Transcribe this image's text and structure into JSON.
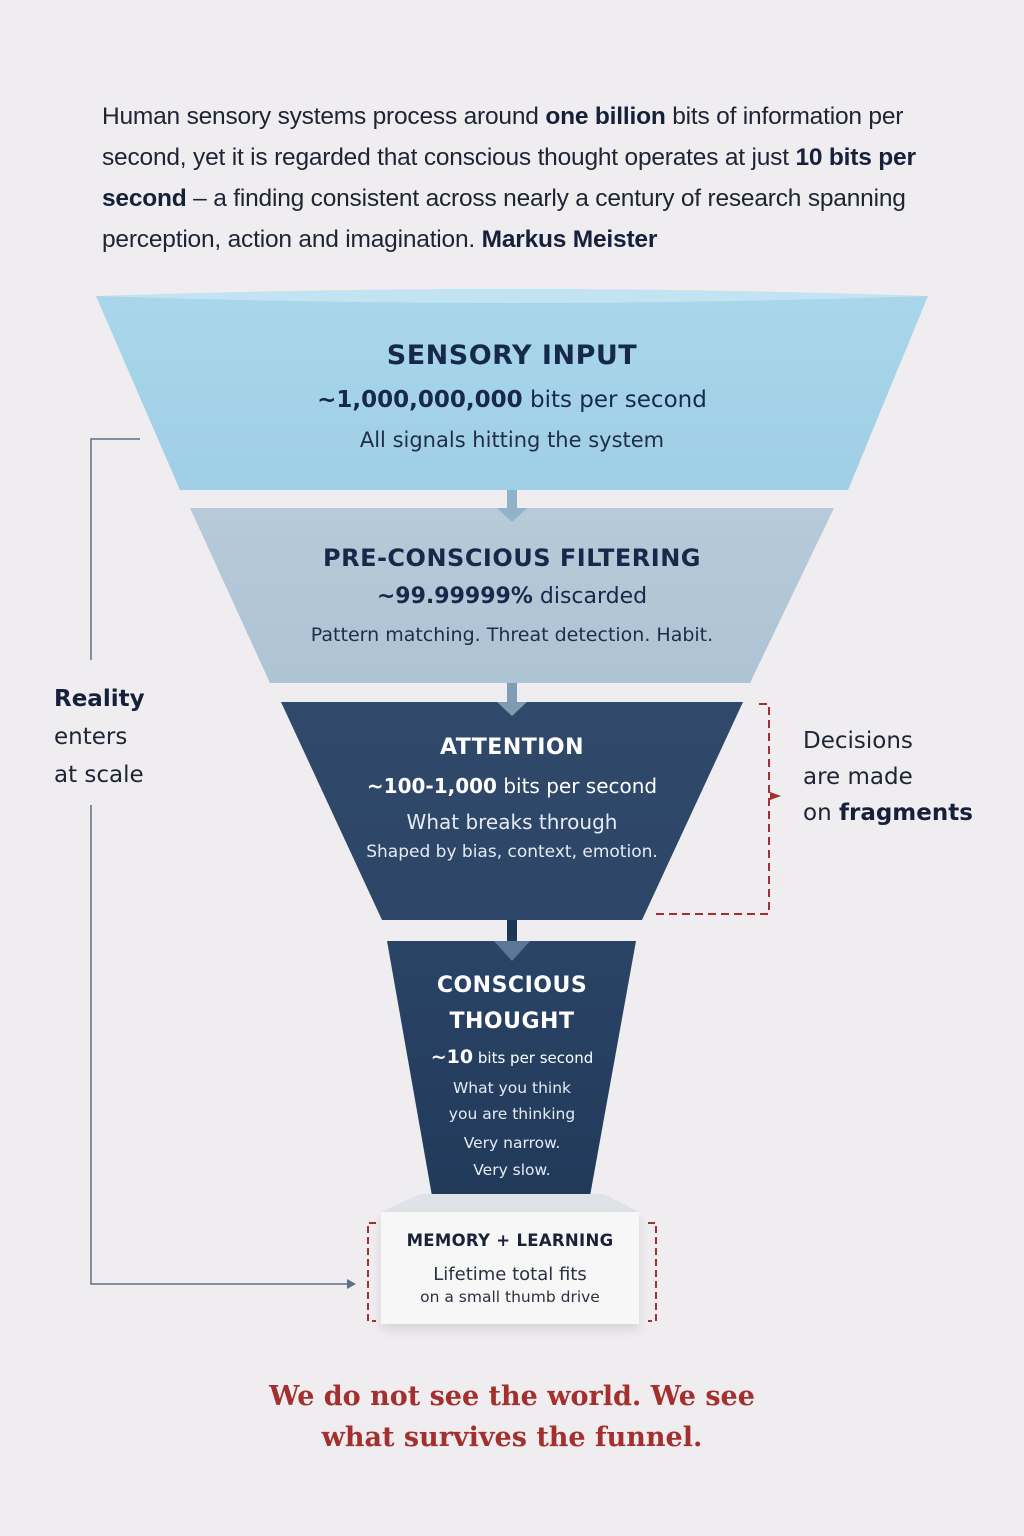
{
  "intro": {
    "part1": "Human sensory systems process around ",
    "bold1": "one billion",
    "part2": " bits of information per second, yet it is regarded that conscious thought operates at just ",
    "bold2": "10 bits per second",
    "part3": " – a finding consistent across nearly a century of research spanning perception, action and imagination. ",
    "attribution": "Markus Meister"
  },
  "stages": [
    {
      "title": "SENSORY INPUT",
      "rate_value": "~1,000,000,000",
      "rate_unit": " bits per second",
      "description": "All signals hitting the system",
      "color": "#a5d3e8"
    },
    {
      "title": "PRE-CONSCIOUS FILTERING",
      "rate_value": "~99.99999%",
      "rate_unit": " discarded",
      "description": "Pattern matching. Threat detection. Habit.",
      "color": "#b3c7d7"
    },
    {
      "title": "ATTENTION",
      "rate_value": "~100-1,000",
      "rate_unit": " bits per second",
      "description": "What breaks through",
      "note": "Shaped by bias, context, emotion.",
      "color": "#2e4a6e"
    },
    {
      "title_line1": "CONSCIOUS",
      "title_line2": "THOUGHT",
      "rate_value": "~10",
      "rate_unit": " bits per second",
      "description_line1": "What you think",
      "description_line2": "you are thinking",
      "note_line1": "Very narrow.",
      "note_line2": "Very slow.",
      "color": "#25405f"
    }
  ],
  "memory": {
    "title": "MEMORY + LEARNING",
    "line1": "Lifetime total fits",
    "line2": "on a small thumb drive"
  },
  "side_left": {
    "bold": "Reality",
    "line2": "enters",
    "line3": "at scale"
  },
  "side_right": {
    "line1": "Decisions",
    "line2": "are made",
    "prefix3": "on ",
    "bold3": "fragments"
  },
  "closing": {
    "line1": "We do not see the world. We see",
    "line2": "what survives the funnel."
  },
  "colors": {
    "background": "#efedef",
    "accent_red": "#a3302e",
    "navy_text": "#17294a",
    "connector": "#5c7088"
  }
}
